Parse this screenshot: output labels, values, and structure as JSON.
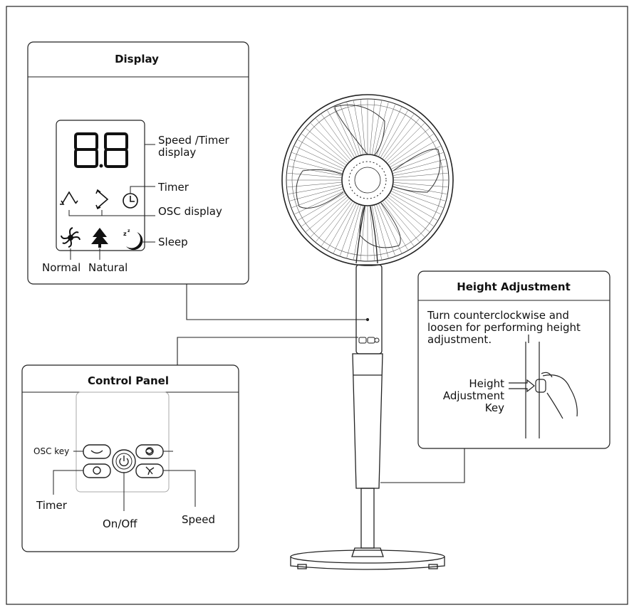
{
  "display_panel": {
    "title": "Display",
    "digits": "8.8",
    "speed_timer_label_line1": "Speed /Timer",
    "speed_timer_label_line2": "display",
    "timer_label": "Timer",
    "osc_label": "OSC display",
    "sleep_label": "Sleep",
    "normal_label": "Normal",
    "natural_label": "Natural"
  },
  "control_panel": {
    "title": "Control Panel",
    "osc_key_label": "OSC key",
    "timer_label": "Timer",
    "onoff_label": "On/Off",
    "speed_label": "Speed"
  },
  "height_panel": {
    "title": "Height Adjustment",
    "instruction_line1": "Turn counterclockwise and",
    "instruction_line2": "loosen for performing height",
    "instruction_line3": "adjustment.",
    "key_label_line1": "Height",
    "key_label_line2": "Adjustment",
    "key_label_line3": "Key"
  },
  "icons": [
    "speed-digits",
    "osc-left-icon",
    "osc-right-icon",
    "timer-clock-icon",
    "normal-wind-icon",
    "natural-tree-icon",
    "sleep-moon-icon",
    "power-icon",
    "fan-icon",
    "fan-pedestal"
  ]
}
